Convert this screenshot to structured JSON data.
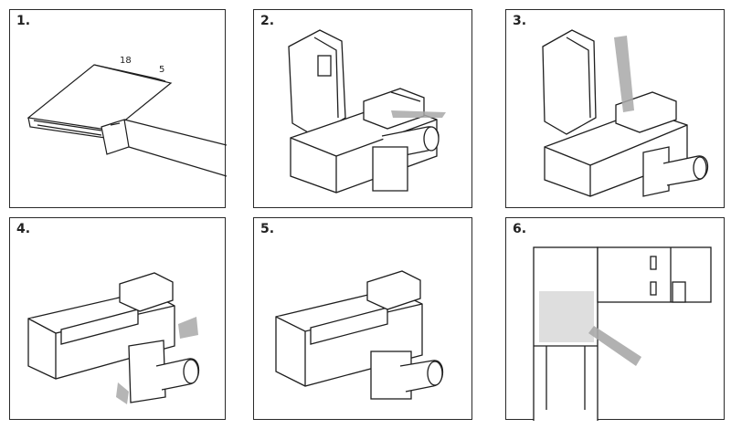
{
  "steps": [
    {
      "label": "1.",
      "dim_long": "18",
      "dim_short": "5"
    },
    {
      "label": "2."
    },
    {
      "label": "3."
    },
    {
      "label": "4."
    },
    {
      "label": "5."
    },
    {
      "label": "6."
    }
  ],
  "colors": {
    "line": "#1e1e1e",
    "arrow": "#a8a8a8",
    "shade": "#bdbdbd"
  }
}
